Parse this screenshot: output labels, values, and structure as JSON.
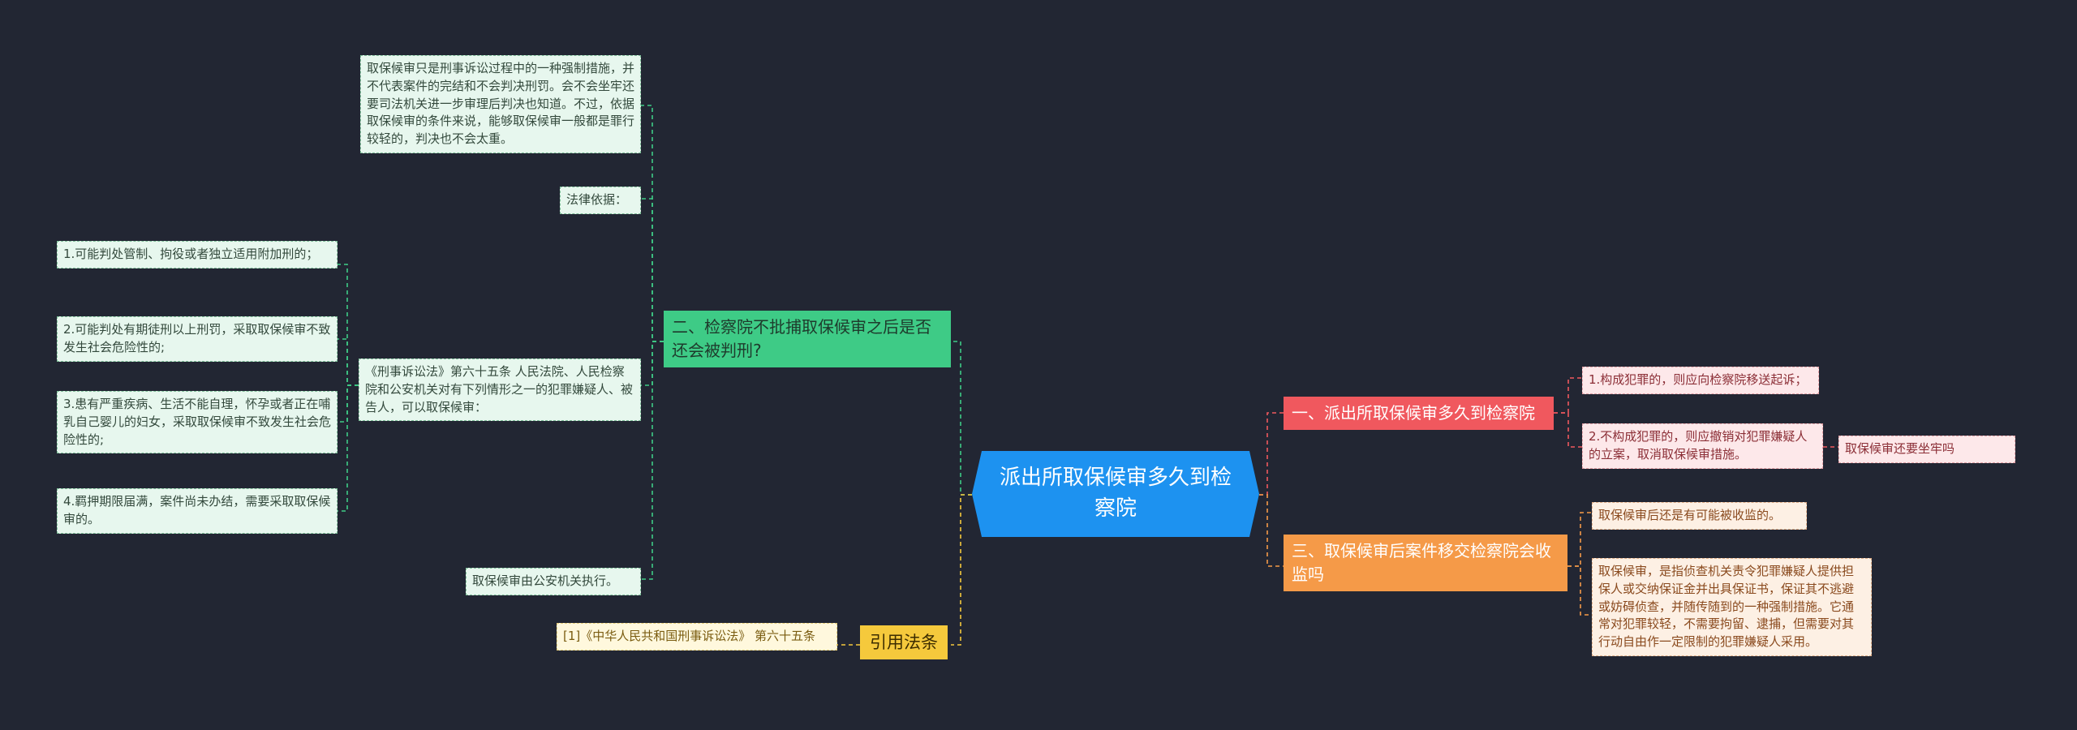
{
  "mindmap": {
    "root": {
      "label": "派出所取保候审多久到检察院"
    },
    "branches": {
      "jail": {
        "label": "一、派出所取保候审多久到检察院",
        "items": [
          "1.构成犯罪的，则应向检察院移送起诉；",
          "2.不构成犯罪的，则应撤销对犯罪嫌疑人的立案，取消取保候审措施。"
        ],
        "extra": "取保候审还要坐牢吗"
      },
      "supervise": {
        "label": "三、取保候审后案件移交检察院会收监吗",
        "items": [
          "取保候审后还是有可能被收监的。",
          "取保候审，是指侦查机关责令犯罪嫌疑人提供担保人或交纳保证金并出具保证书，保证其不逃避或妨碍侦查，并随传随到的一种强制措施。它通常对犯罪较轻，不需要拘留、逮捕，但需要对其行动自由作一定限制的犯罪嫌疑人采用。"
        ]
      },
      "sentence": {
        "label": "二、检察院不批捕取保候审之后是否还会被判刑?",
        "items": [
          "取保候审只是刑事诉讼过程中的一种强制措施，并不代表案件的完结和不会判决刑罚。会不会坐牢还要司法机关进一步审理后判决也知道。不过，依据取保候审的条件来说，能够取保候审一般都是罪行较轻的，判决也不会太重。",
          "法律依据：",
          "《刑事诉讼法》第六十五条 人民法院、人民检察院和公安机关对有下列情形之一的犯罪嫌疑人、被告人，可以取保候审：",
          "取保候审由公安机关执行。"
        ],
        "article_items": [
          "1.可能判处管制、拘役或者独立适用附加刑的；",
          "2.可能判处有期徒刑以上刑罚，采取取保候审不致发生社会危险性的;",
          "3.患有严重疾病、生活不能自理，怀孕或者正在哺乳自己婴儿的妇女，采取取保候审不致发生社会危险性的;",
          "4.羁押期限届满，案件尚未办结，需要采取取保候审的。"
        ]
      },
      "cite": {
        "label": "引用法条",
        "items": [
          "[1]《中华人民共和国刑事诉讼法》 第六十五条"
        ]
      }
    }
  },
  "colors": {
    "background": "#222633",
    "root": "#1d92f0",
    "green": "#3ecb86",
    "red": "#f0585e",
    "orange": "#f59a48",
    "yellow": "#f5c93c"
  }
}
